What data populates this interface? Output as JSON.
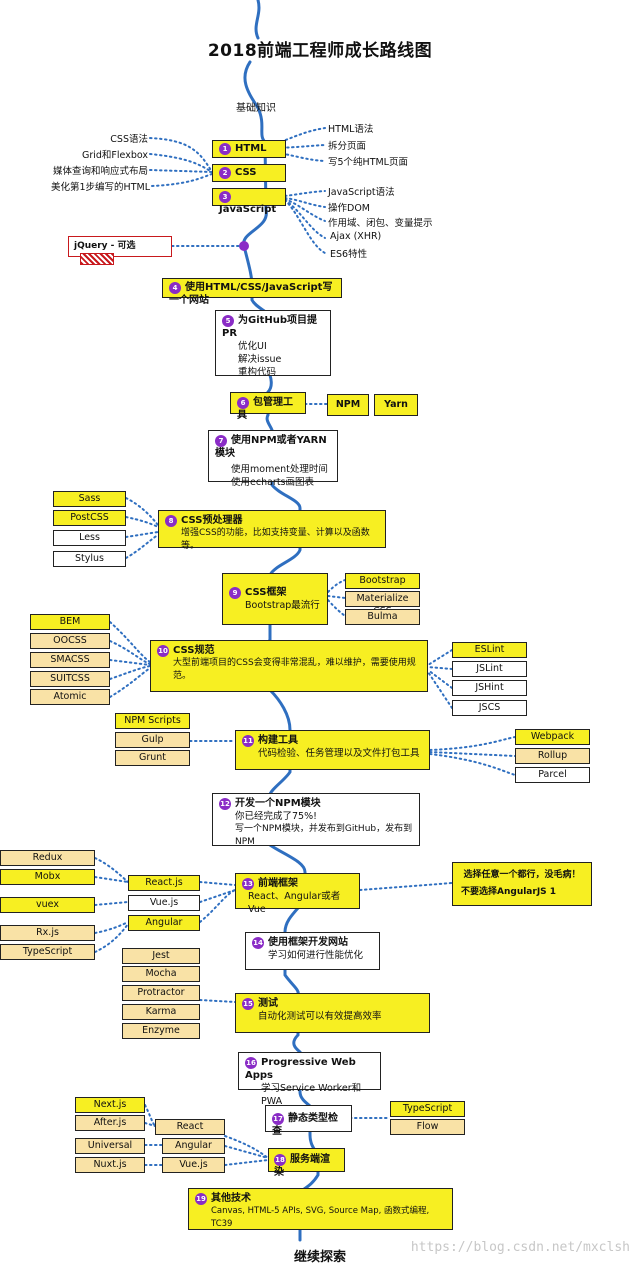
{
  "title": "2018前端工程师成长路线图",
  "basics_label": "基础知识",
  "steps": {
    "html": {
      "n": "1",
      "label": "HTML"
    },
    "css": {
      "n": "2",
      "label": "CSS"
    },
    "js": {
      "n": "3",
      "label": "JavaScript"
    },
    "s4": {
      "n": "4",
      "title": "使用HTML/CSS/JavaScript写一个网站"
    },
    "s5": {
      "n": "5",
      "title": "为GitHub项目提PR",
      "lines": [
        "优化UI",
        "解决issue",
        "重构代码"
      ]
    },
    "s6": {
      "n": "6",
      "title": "包管理工具"
    },
    "s7": {
      "n": "7",
      "title": "使用NPM或者YARN模块",
      "lines": [
        "使用moment处理时间",
        "使用echarts画图表"
      ]
    },
    "s8": {
      "n": "8",
      "title": "CSS预处理器",
      "lines": [
        "增强CSS的功能，比如支持变量、计算以及函数等。"
      ]
    },
    "s9": {
      "n": "9",
      "title": "CSS框架",
      "lines": [
        "Bootstrap最流行"
      ]
    },
    "s10": {
      "n": "10",
      "title": "CSS规范",
      "lines": [
        "大型前端项目的CSS会变得非常混乱，难以维护，需要使用规范。"
      ]
    },
    "s11": {
      "n": "11",
      "title": "构建工具",
      "lines": [
        "代码检验、任务管理以及文件打包工具"
      ]
    },
    "s12": {
      "n": "12",
      "title": "开发一个NPM模块",
      "lines": [
        "你已经完成了75%!",
        "写一个NPM模块，并发布到GitHub，发布到NPM"
      ]
    },
    "s13": {
      "n": "13",
      "title": "前端框架",
      "lines": [
        "React、Angular或者Vue"
      ]
    },
    "s14": {
      "n": "14",
      "title": "使用框架开发网站",
      "lines": [
        "学习如何进行性能优化"
      ]
    },
    "s15": {
      "n": "15",
      "title": "测试",
      "lines": [
        "自动化测试可以有效提高效率"
      ]
    },
    "s16": {
      "n": "16",
      "title": "Progressive Web Apps",
      "lines": [
        "学习Service Worker和PWA"
      ]
    },
    "s17": {
      "n": "17",
      "title": "静态类型检查"
    },
    "s18": {
      "n": "18",
      "title": "服务端渲染"
    },
    "s19": {
      "n": "19",
      "title": "其他技术",
      "lines": [
        "Canvas, HTML-5 APIs, SVG, Source Map, 函数式编程, TC39"
      ]
    }
  },
  "css_left": [
    "CSS语法",
    "Grid和Flexbox",
    "媒体查询和响应式布局",
    "美化第1步编写的HTML"
  ],
  "html_right": [
    "HTML语法",
    "拆分页面",
    "写5个纯HTML页面"
  ],
  "js_right": [
    "JavaScript语法",
    "操作DOM",
    "作用域、闭包、变量提示",
    "Ajax (XHR)",
    "ES6特性"
  ],
  "jquery": "jQuery - 可选",
  "pkg_tags": [
    "NPM",
    "Yarn"
  ],
  "preproc_tags": [
    "Sass",
    "PostCSS",
    "Less",
    "Stylus"
  ],
  "framework_tags": [
    "Bootstrap",
    "Materialize CSS",
    "Bulma"
  ],
  "spec_tags": [
    "BEM",
    "OOCSS",
    "SMACSS",
    "SUITCSS",
    "Atomic"
  ],
  "lint_tags": [
    "ESLint",
    "JSLint",
    "JSHint",
    "JSCS"
  ],
  "task_tags": [
    "NPM Scripts",
    "Gulp",
    "Grunt"
  ],
  "bundle_tags": [
    "Webpack",
    "Rollup",
    "Parcel"
  ],
  "fw_tags": [
    "React.js",
    "Vue.js",
    "Angular"
  ],
  "fw_lib_tags": [
    "Redux",
    "Mobx",
    "vuex",
    "Rx.js",
    "TypeScript"
  ],
  "fw_note": [
    "选择任意一个都行，没毛病！",
    "不要选择AngularJS 1"
  ],
  "test_tags": [
    "Jest",
    "Mocha",
    "Protractor",
    "Karma",
    "Enzyme"
  ],
  "type_tags": [
    "TypeScript",
    "Flow"
  ],
  "ssr_tags": [
    "React",
    "Angular",
    "Vue.js"
  ],
  "ssr_lib_tags": [
    "Next.js",
    "After.js",
    "Universal",
    "Nuxt.js"
  ],
  "footer": "继续探索",
  "watermark": "https://blog.csdn.net/mxclsh"
}
